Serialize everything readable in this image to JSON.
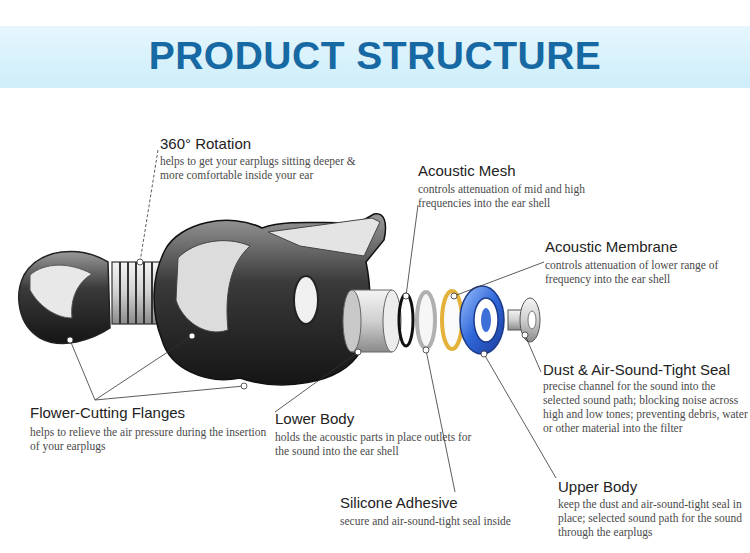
{
  "diagram": {
    "title": "PRODUCT STRUCTURE",
    "labels": [
      "360° Rotation",
      "helps to get your earplugs sitting deeper & more comfortable inside your ear",
      "Acoustic Mesh",
      "controls attenuation of mid and high frequencies into the ear shell",
      "Acoustic Membrane",
      "controls attenuation of lower range of frequency into the ear shell",
      "Dust & Air-Sound-Tight Seal",
      "precise channel for the sound into the selected sound path; blocking noise across high and low tones; preventing debris, water or other material into the filter",
      "Flower-Cutting Flanges",
      "helps to relieve the air pressure during the insertion of your earplugs",
      "Lower Body",
      "holds the acoustic parts in place outlets for the sound into the ear shell",
      "Silicone Adhesive",
      "secure and air-sound-tight seal inside",
      "Upper Body",
      "keep the dust and air-sound-tight seal in place; selected sound path for the sound through the earplugs"
    ]
  }
}
